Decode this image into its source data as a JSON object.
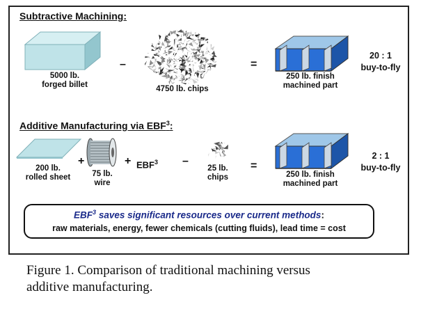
{
  "subtractive": {
    "title": "Subtractive Machining:",
    "billet_label": [
      "5000 lb.",
      "forged billet"
    ],
    "minus": "–",
    "chips_label": "4750 lb. chips",
    "equals": "=",
    "part_label": [
      "250 lb. finish",
      "machined part"
    ],
    "ratio": [
      "20 : 1",
      "buy-to-fly"
    ]
  },
  "additive": {
    "title_main": "Additive Manufacturing via EBF",
    "title_sup": "3",
    "title_end": ":",
    "sheet_label": [
      "200 lb.",
      "rolled sheet"
    ],
    "plus1": "+",
    "wire_label": [
      "75 lb.",
      "wire"
    ],
    "plus2": "+",
    "ebf_main": "EBF",
    "ebf_sup": "3",
    "minus": "–",
    "chips_label": [
      "25 lb.",
      "chips"
    ],
    "equals": "=",
    "part_label": [
      "250 lb. finish",
      "machined part"
    ],
    "ratio": [
      "2 : 1",
      "buy-to-fly"
    ]
  },
  "callout": {
    "line1_main": "EBF",
    "line1_sup": "3",
    "line1_rest": " saves significant resources over current methods",
    "line1_colon": ":",
    "line2": "raw materials, energy, fewer chemicals (cutting fluids), lead time = cost"
  },
  "caption": {
    "line1": "Figure 1.  Comparison of traditional machining versus",
    "line2": "additive manufacturing."
  },
  "colors": {
    "material": "#bfe3e8",
    "material_dark": "#8fc2ca",
    "part_blue": "#2a6fd6",
    "callout_text": "#1a2a8a"
  }
}
